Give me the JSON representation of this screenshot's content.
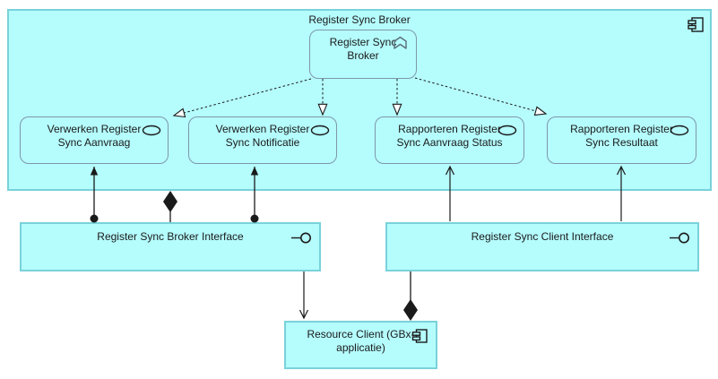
{
  "diagram": {
    "container": {
      "title": "Register Sync Broker",
      "icon": "component-icon"
    },
    "function_node": {
      "label": "Register Sync Broker",
      "line1": "Register Sync",
      "line2": "Broker",
      "icon": "function-icon"
    },
    "services": [
      {
        "label": "Verwerken Register Sync Aanvraag",
        "line1": "Verwerken Register",
        "line2": "Sync Aanvraag",
        "icon": "application-service-icon"
      },
      {
        "label": "Verwerken Register Sync Notificatie",
        "line1": "Verwerken Register",
        "line2": "Sync Notificatie",
        "icon": "application-service-icon"
      },
      {
        "label": "Rapporteren Register Sync Aanvraag Status",
        "line1": "Rapporteren Register",
        "line2": "Sync Aanvraag Status",
        "icon": "application-service-icon"
      },
      {
        "label": "Rapporteren Register Sync Resultaat",
        "line1": "Rapporteren Register",
        "line2": "Sync Resultaat",
        "icon": "application-service-icon"
      }
    ],
    "interfaces": [
      {
        "label": "Register Sync Broker Interface",
        "icon": "interface-lollipop-icon"
      },
      {
        "label": "Register Sync Client Interface",
        "icon": "interface-lollipop-icon"
      }
    ],
    "client_node": {
      "label": "Resource Client (GBx-applicatie)",
      "line1": "Resource Client (GBx-",
      "line2": "applicatie)",
      "icon": "component-icon"
    },
    "relationships": [
      {
        "type": "realization",
        "from": "Register Sync Broker (function)",
        "to": "Verwerken Register Sync Aanvraag"
      },
      {
        "type": "realization",
        "from": "Register Sync Broker (function)",
        "to": "Verwerken Register Sync Notificatie"
      },
      {
        "type": "realization",
        "from": "Register Sync Broker (function)",
        "to": "Rapporteren Register Sync Aanvraag Status"
      },
      {
        "type": "realization",
        "from": "Register Sync Broker (function)",
        "to": "Rapporteren Register Sync Resultaat"
      },
      {
        "type": "assignment",
        "from": "Register Sync Broker Interface",
        "to": "Verwerken Register Sync Aanvraag"
      },
      {
        "type": "assignment",
        "from": "Register Sync Broker Interface",
        "to": "Verwerken Register Sync Notificatie"
      },
      {
        "type": "serving",
        "from": "Register Sync Client Interface",
        "to": "Rapporteren Register Sync Aanvraag Status"
      },
      {
        "type": "serving",
        "from": "Register Sync Client Interface",
        "to": "Rapporteren Register Sync Resultaat"
      },
      {
        "type": "serving",
        "from": "Register Sync Broker Interface",
        "to": "Resource Client (GBx-applicatie)"
      },
      {
        "type": "composition",
        "from": "Register Sync Broker",
        "to": "Register Sync Broker Interface"
      },
      {
        "type": "composition",
        "from": "Resource Client (GBx-applicatie)",
        "to": "Register Sync Client Interface"
      }
    ],
    "colors": {
      "element_fill": "#b5fcfd",
      "grouping_border": "#79d2da",
      "rounded_border": "#7d98a9",
      "connector": "#1a1a1a",
      "background": "#ffffff"
    }
  }
}
